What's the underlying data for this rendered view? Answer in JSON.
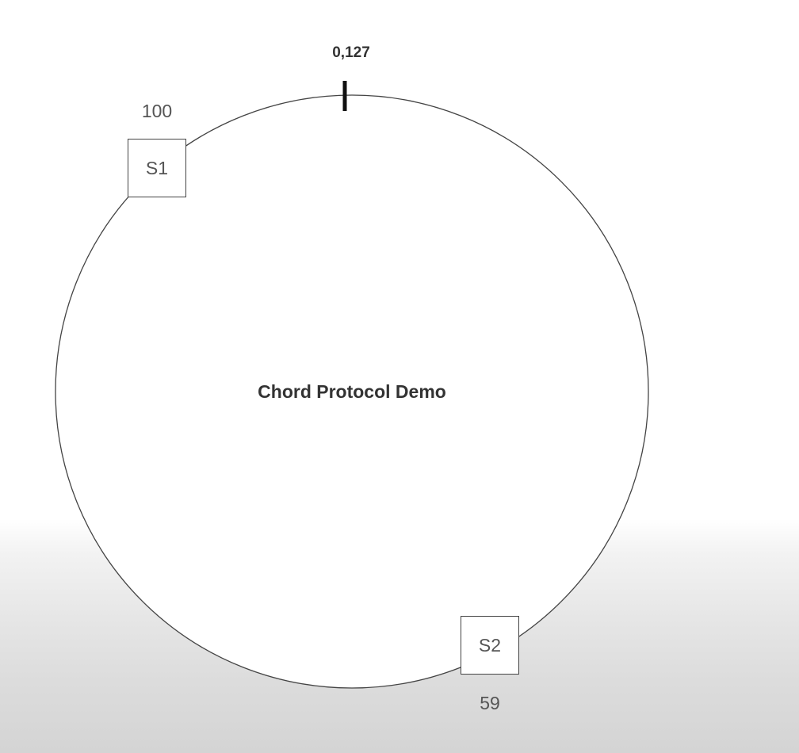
{
  "diagram": {
    "title": "Chord Protocol Demo",
    "ring_marker_label": "0,127",
    "nodes": [
      {
        "label": "S1",
        "id": "100"
      },
      {
        "label": "S2",
        "id": "59"
      }
    ]
  },
  "colors": {
    "ring_stroke": "#444444",
    "marker": "#111111",
    "text": "#555555",
    "title_text": "#333333"
  }
}
